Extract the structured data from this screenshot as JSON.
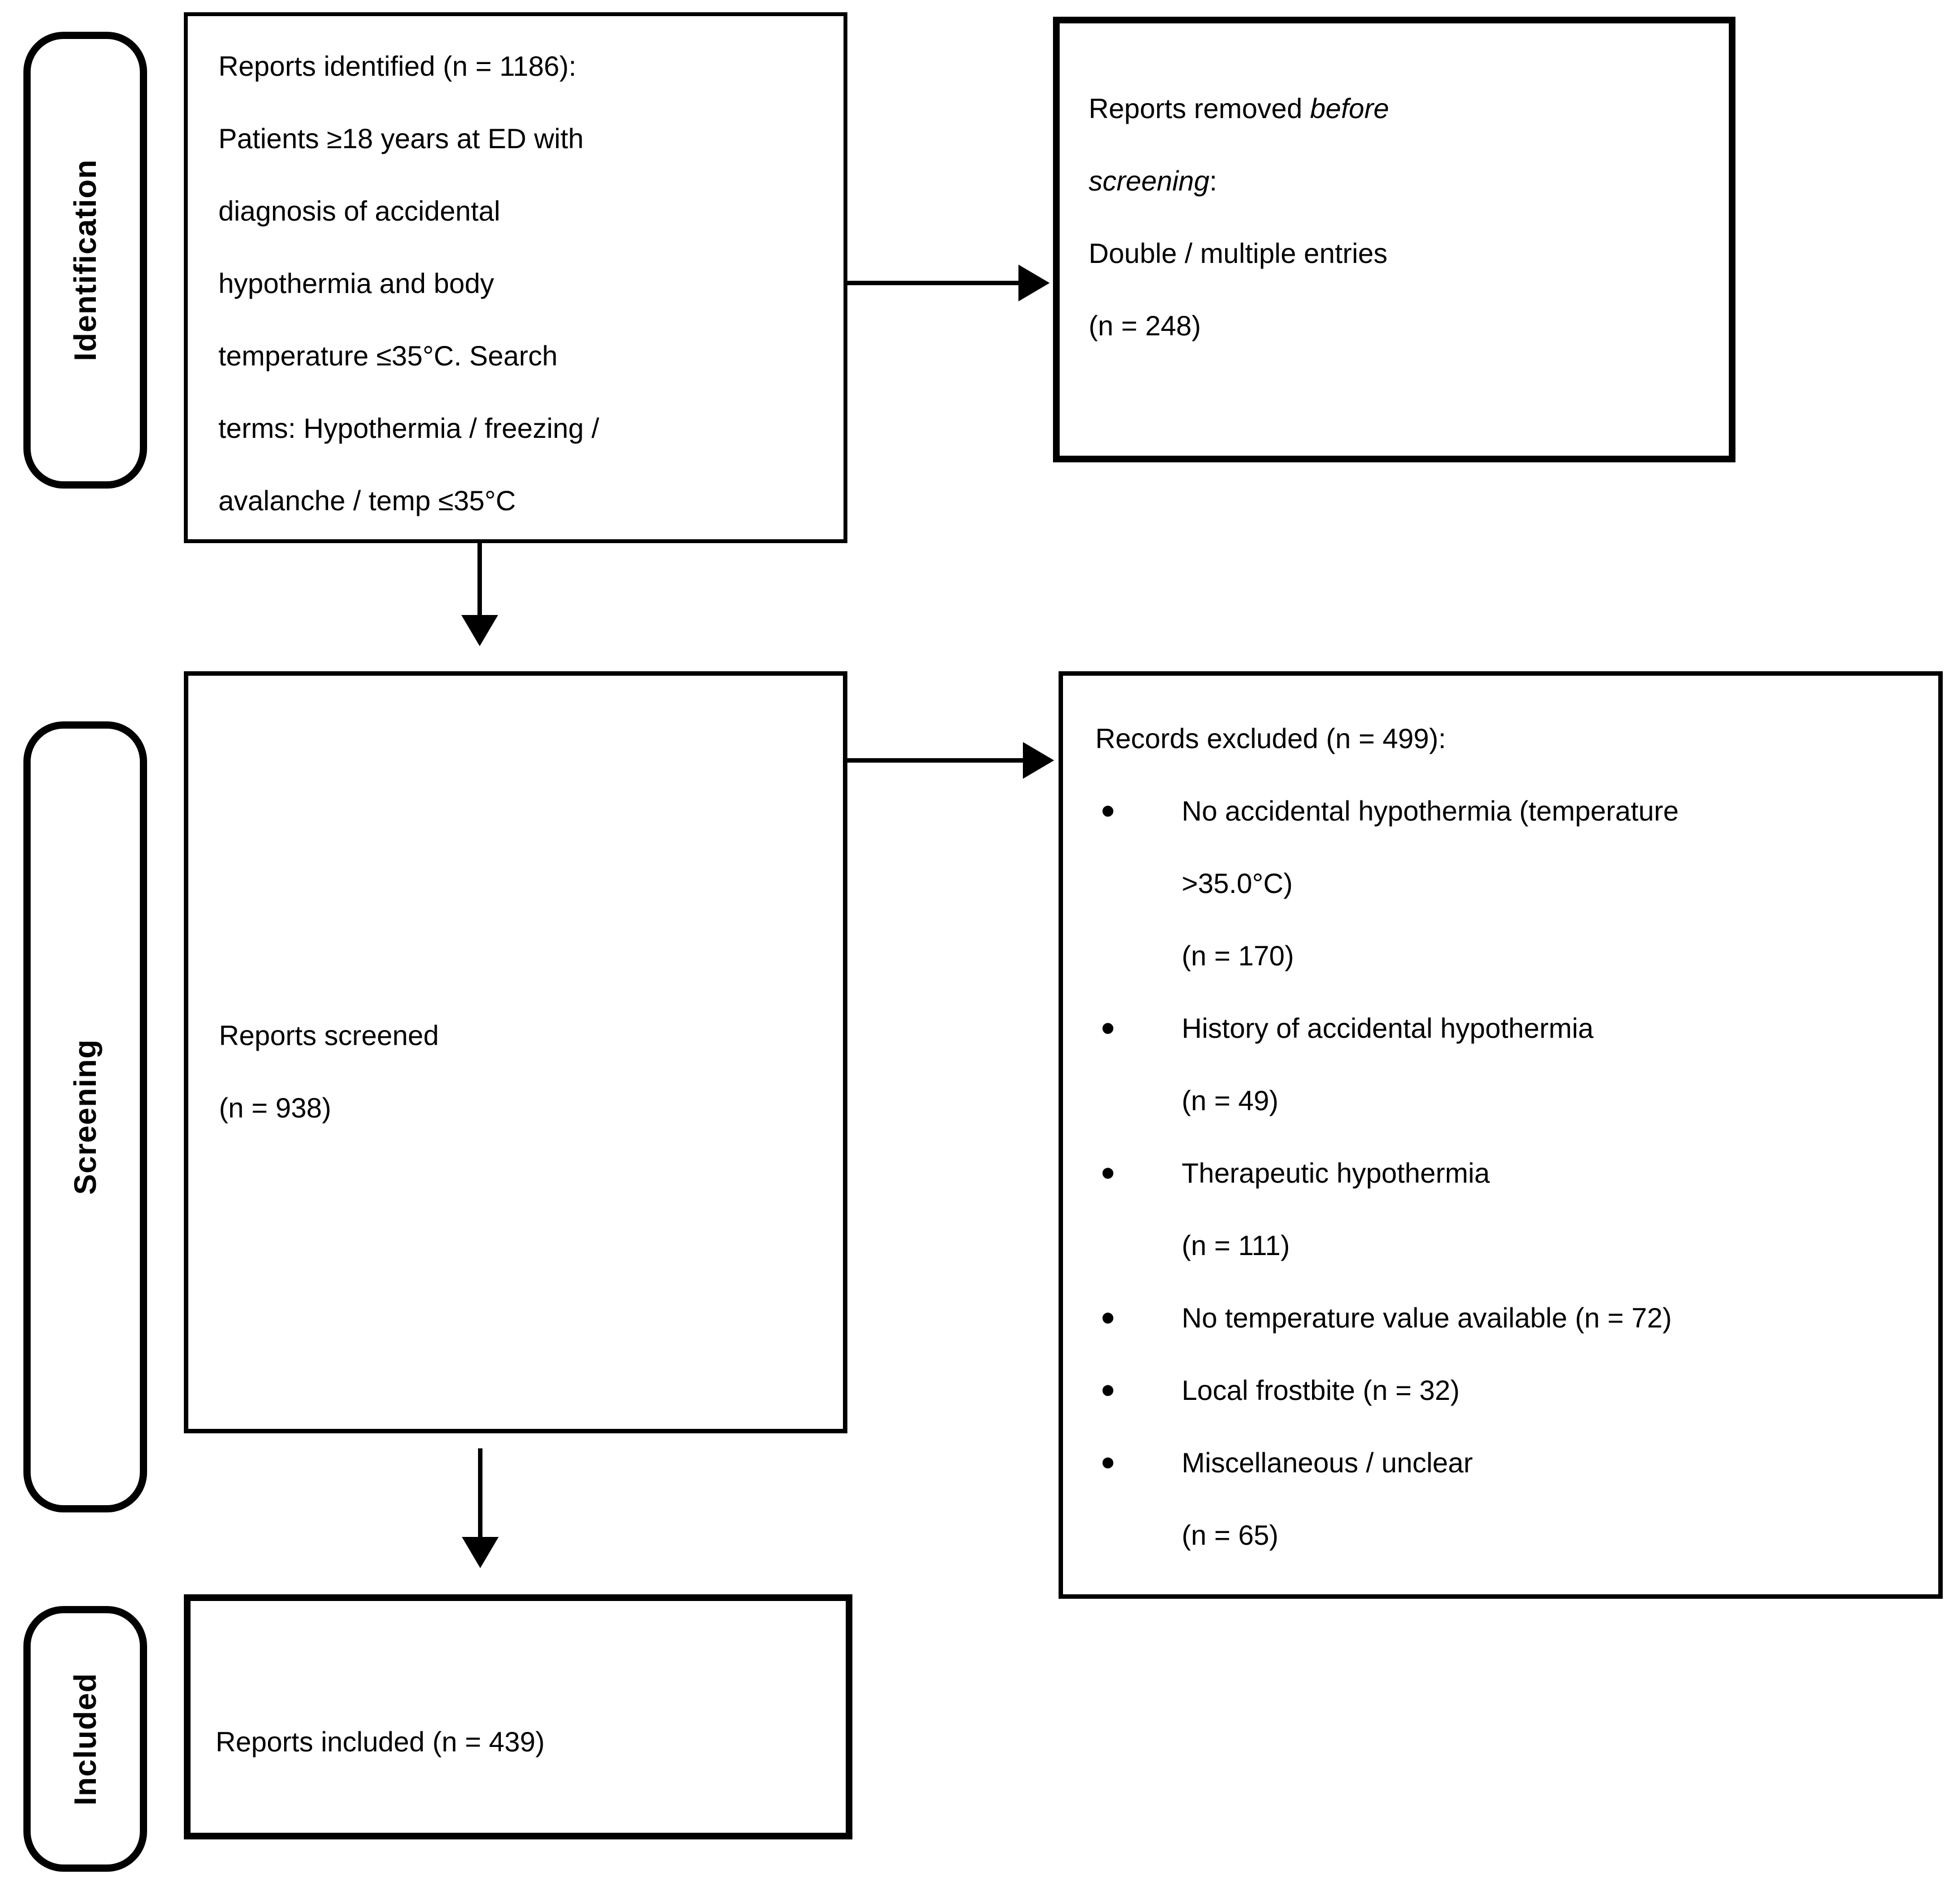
{
  "colors": {
    "ink": "#000000",
    "paper": "#ffffff"
  },
  "bullet_char": "•",
  "stages": {
    "identification": "Identification",
    "screening": "Screening",
    "included": "Included"
  },
  "boxes": {
    "identified": {
      "lines": [
        "Reports identified (n = 1186):",
        "Patients ≥18 years at ED with",
        "diagnosis of accidental",
        "hypothermia and body",
        "temperature ≤35°C. Search",
        "terms: Hypothermia / freezing /",
        "avalanche / temp ≤35°C"
      ]
    },
    "removed": {
      "line1_regular": "Reports removed ",
      "line1_italic": "before",
      "line2_italic": "screening",
      "line2_regular": ":",
      "line3": "Double / multiple entries",
      "line4": "(n = 248)"
    },
    "screened": {
      "lines": [
        "Reports screened",
        "(n = 938)"
      ]
    },
    "excluded": {
      "heading": "Records excluded (n = 499):",
      "bullets": [
        {
          "lines": [
            "No accidental hypothermia (temperature",
            ">35.0°C)",
            "(n = 170)"
          ]
        },
        {
          "lines": [
            "History of accidental hypothermia",
            "(n = 49)"
          ]
        },
        {
          "lines": [
            "Therapeutic hypothermia",
            "(n = 111)"
          ]
        },
        {
          "lines": [
            "No temperature value available (n = 72)"
          ]
        },
        {
          "lines": [
            "Local frostbite (n = 32)"
          ]
        },
        {
          "lines": [
            "Miscellaneous / unclear",
            "(n = 65)"
          ]
        }
      ]
    },
    "included": {
      "lines": [
        "Reports included (n = 439)"
      ]
    }
  }
}
